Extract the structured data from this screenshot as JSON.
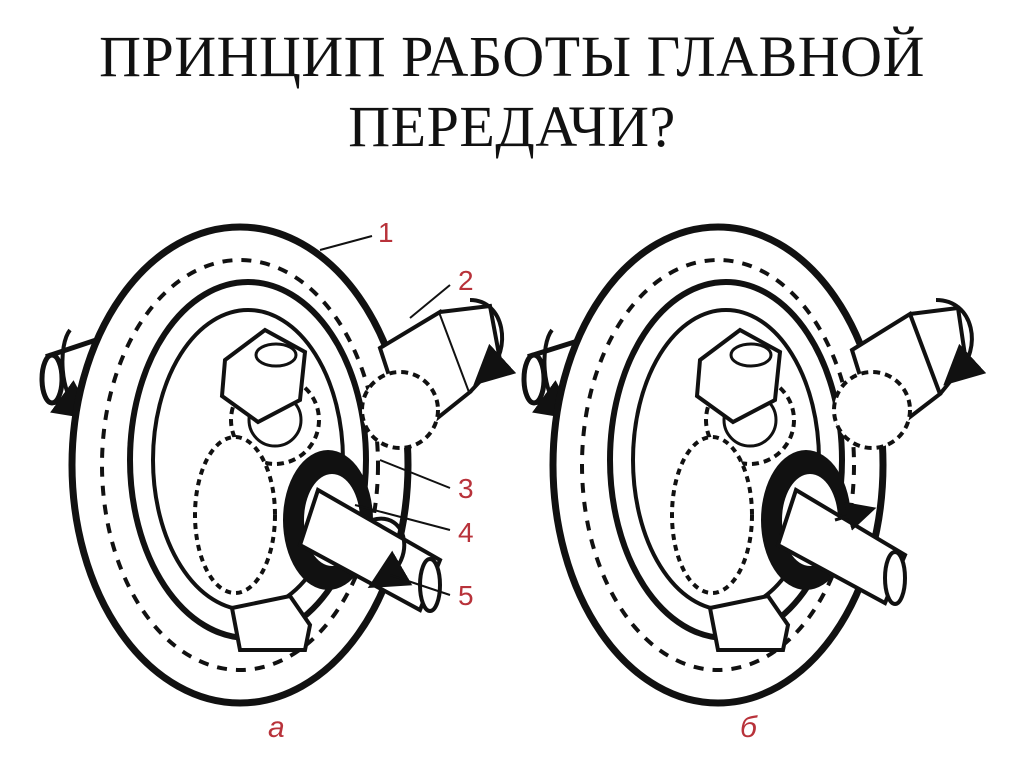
{
  "slide": {
    "title_line1": "ПРИНЦИП РАБОТЫ ГЛАВНОЙ",
    "title_line2": "ПЕРЕДАЧИ?"
  },
  "diagram": {
    "callouts": [
      "1",
      "2",
      "3",
      "4",
      "5"
    ],
    "subfigure_a": "а",
    "subfigure_b": "б",
    "label_color": "#b8323a",
    "line_color": "#111111"
  }
}
